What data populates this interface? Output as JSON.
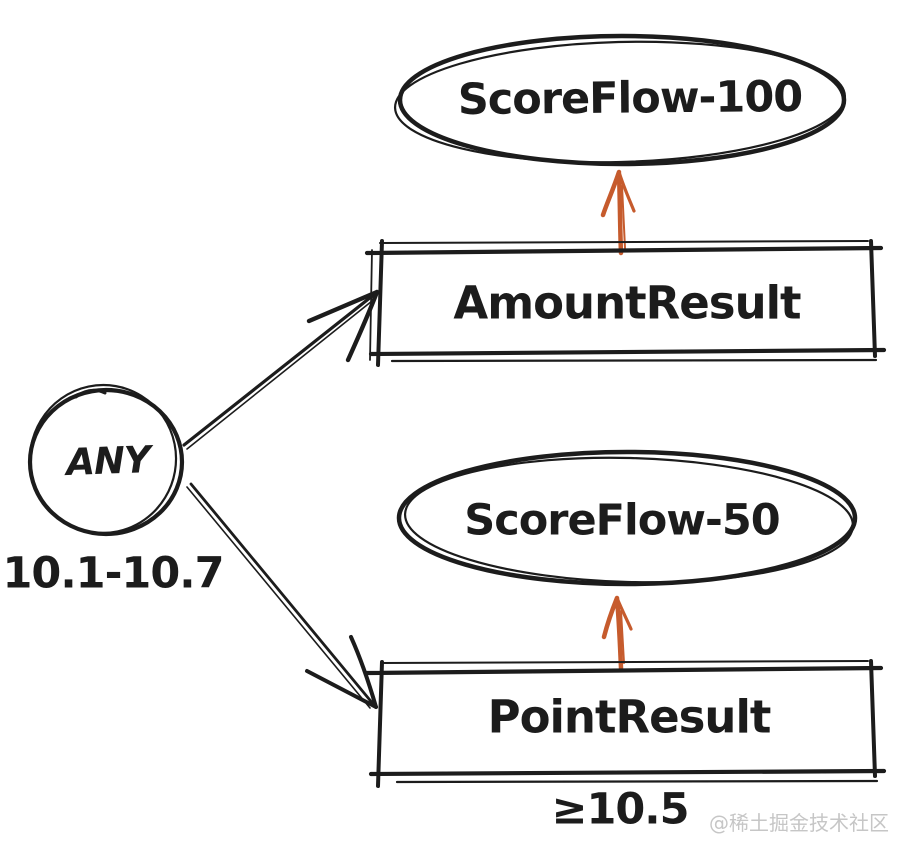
{
  "diagram": {
    "nodes": {
      "scoreflow_100": {
        "label": "ScoreFlow-100",
        "shape": "ellipse"
      },
      "amount_result": {
        "label": "AmountResult",
        "shape": "rectangle"
      },
      "any": {
        "label": "ANY",
        "shape": "circle"
      },
      "scoreflow_50": {
        "label": "ScoreFlow-50",
        "shape": "ellipse"
      },
      "point_result": {
        "label": "PointResult",
        "shape": "rectangle"
      }
    },
    "annotations": {
      "any_range": "10.1-10.7",
      "point_threshold": "≥10.5"
    },
    "edges": [
      {
        "from": "any",
        "to": "amount_result",
        "color": "#1c1c1c"
      },
      {
        "from": "any",
        "to": "point_result",
        "color": "#1c1c1c"
      },
      {
        "from": "amount_result",
        "to": "scoreflow_100",
        "color": "#c65b2d"
      },
      {
        "from": "point_result",
        "to": "scoreflow_50",
        "color": "#c65b2d"
      }
    ],
    "watermark": "@稀土掘金技术社区",
    "colors": {
      "ink": "#1c1c1c",
      "accent_arrow": "#c65b2d",
      "watermark": "#c6c6c6",
      "background": "#ffffff"
    }
  }
}
